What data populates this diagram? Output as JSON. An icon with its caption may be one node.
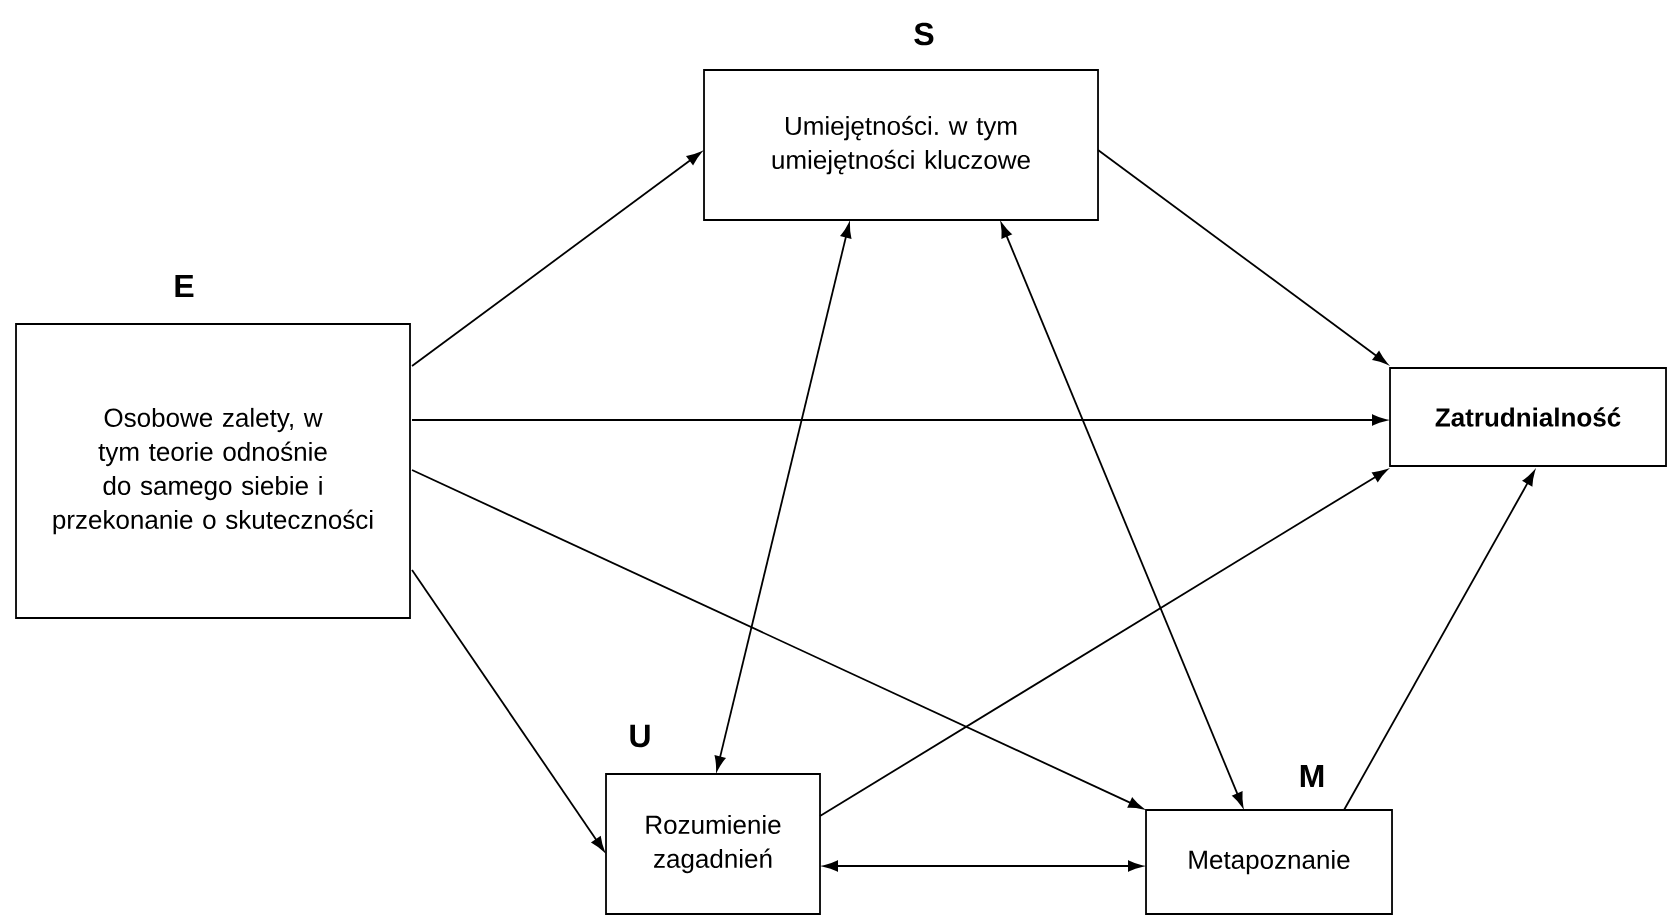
{
  "diagram": {
    "nodes": [
      {
        "text": [
          "E",
          "Osobowe zalety, w tym teorie odnośnie do samego siebie i przekonanie o skuteczności"
        ]
      },
      {
        "text": [
          "S",
          "Umiejętności. w tym umiejętności kluczowe"
        ]
      },
      {
        "text": [
          "Zatrudnialność"
        ]
      },
      {
        "text": [
          "U",
          "Rozumienie zagadnień"
        ]
      },
      {
        "text": [
          "M",
          "Metapoznanie"
        ]
      }
    ],
    "edges": [
      {
        "from": 0,
        "to": 1,
        "arrow": "to"
      },
      {
        "from": 1,
        "to": 2,
        "arrow": "to"
      },
      {
        "from": 0,
        "to": 2,
        "arrow": "to"
      },
      {
        "from": 0,
        "to": 4,
        "arrow": "to"
      },
      {
        "from": 0,
        "to": 3,
        "arrow": "to"
      },
      {
        "from": 1,
        "to": 3,
        "arrow": "both"
      },
      {
        "from": 1,
        "to": 4,
        "arrow": "both"
      },
      {
        "from": 3,
        "to": 2,
        "arrow": "to"
      },
      {
        "from": 4,
        "to": 2,
        "arrow": "to"
      },
      {
        "from": 3,
        "to": 4,
        "arrow": "both"
      }
    ]
  }
}
